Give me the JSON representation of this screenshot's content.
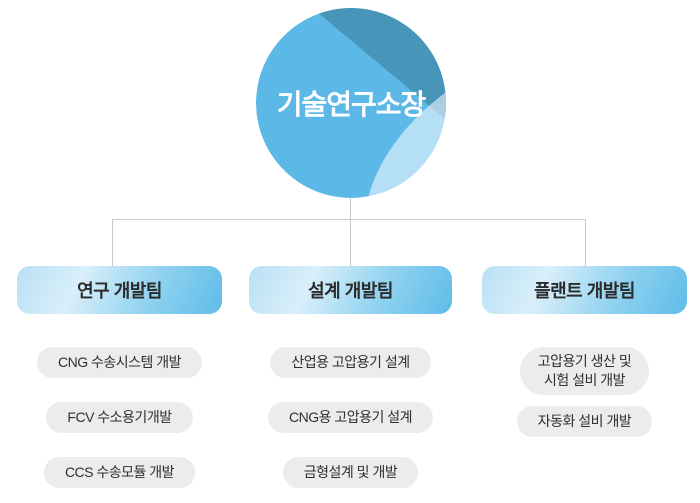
{
  "title": "기술연구소장",
  "colors": {
    "circle_base": "#5cb8e6",
    "circle_dark_wedge": "#4895ba",
    "circle_light_wedge": "#bee1f3",
    "header_gradient_light": "#d9effa",
    "header_gradient_blue": "#5ebce8",
    "item_background": "#ececec",
    "connector_line": "#c9c9c9",
    "heading_text": "#2b2b2b",
    "circle_text": "#ffffff"
  },
  "teams": [
    {
      "name": "연구 개발팀",
      "items": [
        "CNG 수송시스템 개발",
        "FCV 수소용기개발",
        "CCS 수송모듈 개발"
      ]
    },
    {
      "name": "설계 개발팀",
      "items": [
        "산업용 고압용기 설계",
        "CNG용 고압용기 설계",
        "금형설계 및 개발"
      ]
    },
    {
      "name": "플랜트 개발팀",
      "items": [
        "고압용기 생산 및\n시험 설비 개발",
        "자동화 설비 개발"
      ]
    }
  ]
}
